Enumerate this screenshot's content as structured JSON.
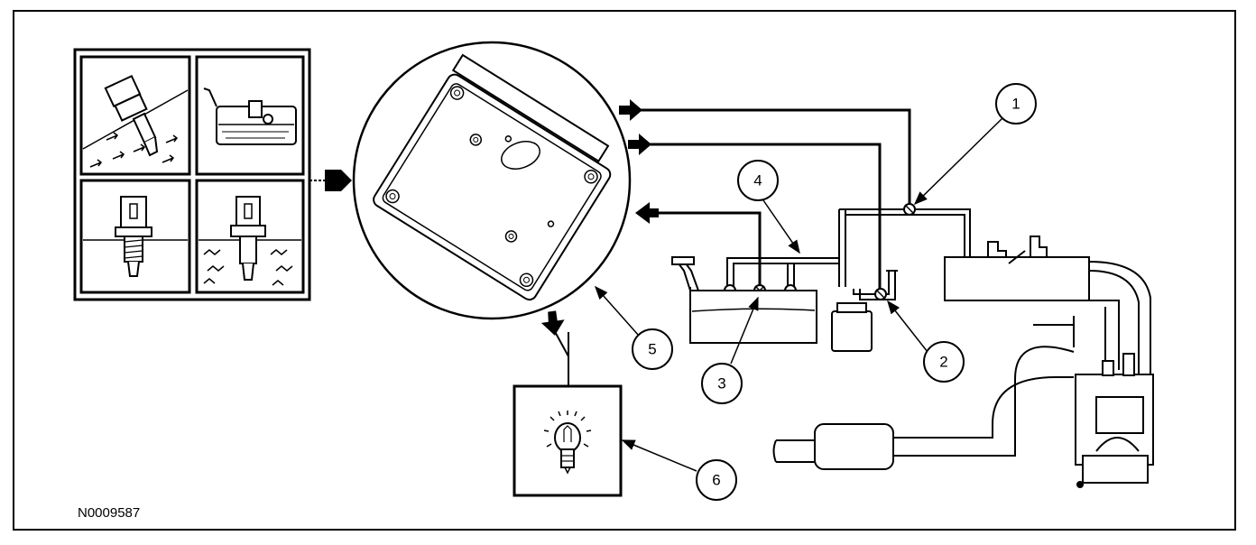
{
  "figure": {
    "id_label": "N0009587",
    "callouts": [
      {
        "key": "callout-1",
        "label": "1"
      },
      {
        "key": "callout-2",
        "label": "2"
      },
      {
        "key": "callout-3",
        "label": "3"
      },
      {
        "key": "callout-4",
        "label": "4"
      },
      {
        "key": "callout-5",
        "label": "5"
      },
      {
        "key": "callout-6",
        "label": "6"
      }
    ],
    "colors": {
      "ink": "#000000",
      "paper": "#ffffff"
    }
  }
}
